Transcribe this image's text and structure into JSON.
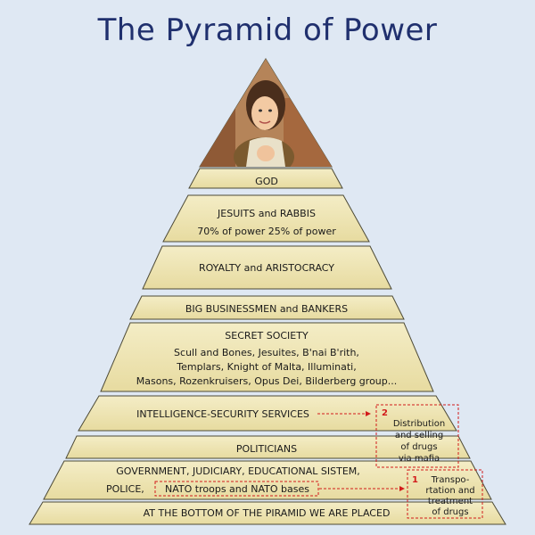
{
  "title": "The Pyramid of Power",
  "colors": {
    "background": "#dfe8f3",
    "band": "#efe6b4",
    "band_stroke": "#4d4a36",
    "accent_red": "#d21b1b",
    "title": "#20306e"
  },
  "levels": {
    "god": "GOD",
    "jesuits_title": "JESUITS   and   RABBIS",
    "jesuits_power": "70% of power     25% of power",
    "royalty": "ROYALTY and ARISTOCRACY",
    "business": "BIG BUSINESSMEN and BANKERS",
    "secret_title": "SECRET SOCIETY",
    "secret_line1": "Scull and Bones, Jesuites, B'nai B'rith,",
    "secret_line2": "Templars, Knight of Malta, Illuminati,",
    "secret_line3": "Masons, Rozenkruisers, Opus Dei, Bilderberg group...",
    "intelligence": "INTELLIGENCE-SECURITY SERVICES",
    "politicians": "POLITICIANS",
    "government": "GOVERNMENT, JUDICIARY, EDUCATIONAL SISTEM,",
    "police": "POLICE,",
    "nato": "NATO troops and NATO bases",
    "bottom": "AT THE BOTTOM OF THE PIRAMID WE ARE PLACED"
  },
  "side_notes": {
    "note2_number": "2",
    "note2_lines": [
      "Distribution",
      "and selling",
      "of drugs",
      "via mafia"
    ],
    "note1_number": "1",
    "note1_lines": [
      "Transpo-",
      "rtation and",
      "treatment",
      "of drugs"
    ]
  },
  "icons": {
    "portrait": "woman-portrait-icon"
  }
}
